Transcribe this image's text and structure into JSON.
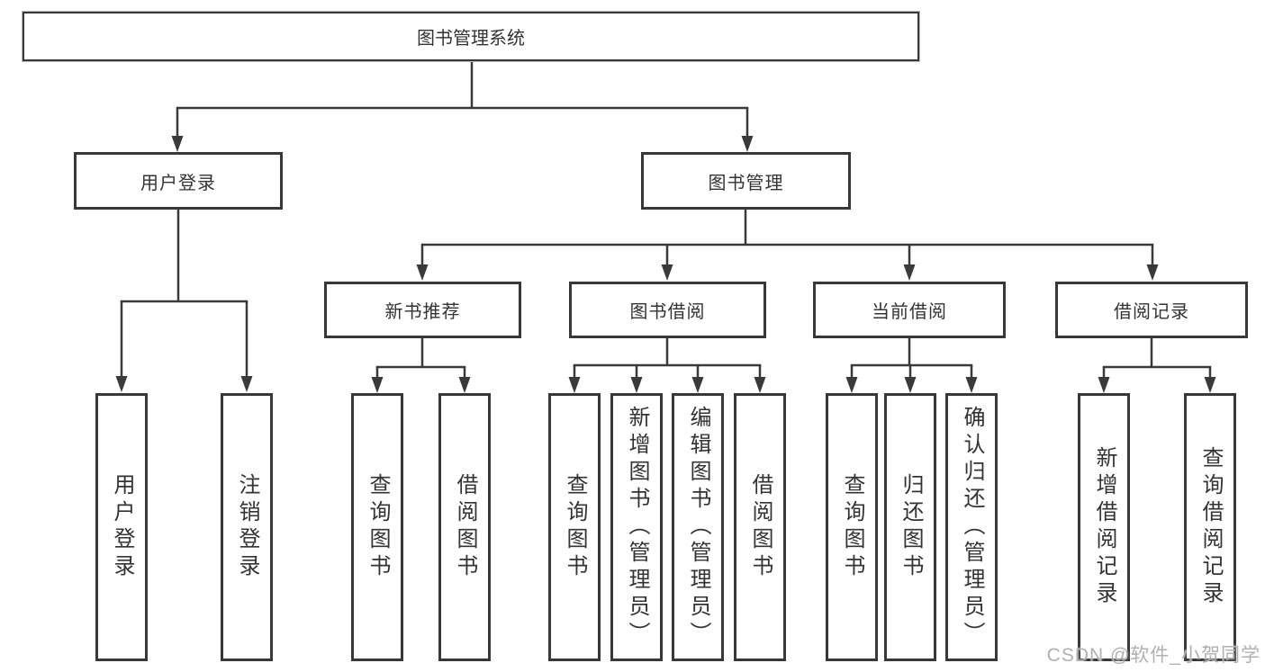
{
  "tree": {
    "label": "图书管理系统",
    "children": [
      {
        "label": "用户登录",
        "children": [
          {
            "label": "用户登录"
          },
          {
            "label": "注销登录"
          }
        ]
      },
      {
        "label": "图书管理",
        "children": [
          {
            "label": "新书推荐",
            "children": [
              {
                "label": "查询图书"
              },
              {
                "label": "借阅图书"
              }
            ]
          },
          {
            "label": "图书借阅",
            "children": [
              {
                "label": "查询图书"
              },
              {
                "label": "新增图书（管理员）"
              },
              {
                "label": "编辑图书（管理员）"
              },
              {
                "label": "借阅图书"
              }
            ]
          },
          {
            "label": "当前借阅",
            "children": [
              {
                "label": "查询图书"
              },
              {
                "label": "归还图书"
              },
              {
                "label": "确认归还（管理员）"
              }
            ]
          },
          {
            "label": "借阅记录",
            "children": [
              {
                "label": "新增借阅记录"
              },
              {
                "label": "查询借阅记录"
              }
            ]
          }
        ]
      }
    ]
  },
  "watermark": {
    "text": "CSDN @软件_小贺同学"
  },
  "colors": {
    "line": "#3a3a3a",
    "border": "#383838",
    "text": "#333333",
    "watermark": "#b0b0b0"
  }
}
